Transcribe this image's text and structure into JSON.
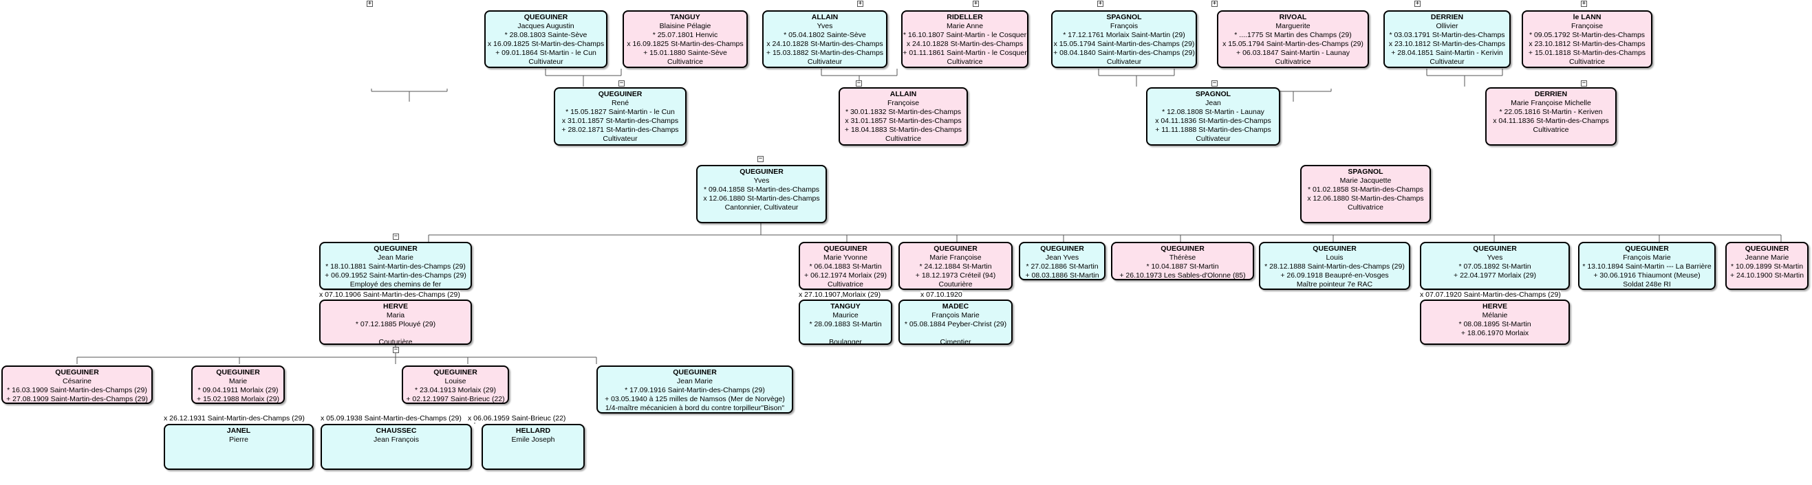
{
  "persons": {
    "p1": {
      "sex": "m",
      "surname": "QUEGUINER",
      "given": "Jacques Augustin",
      "lines": [
        "* 28.08.1803 Sainte-Sève",
        "x 16.09.1825 St-Martin-des-Champs",
        "+ 09.01.1864 St-Martin - le Cun"
      ],
      "occupation": "Cultivateur"
    },
    "p2": {
      "sex": "f",
      "surname": "TANGUY",
      "given": "Blaisine Pélagie",
      "lines": [
        "* 25.07.1801 Henvic",
        "x 16.09.1825 St-Martin-des-Champs",
        "+ 15.01.1880 Sainte-Sève"
      ],
      "occupation": "Cultivatrice"
    },
    "p3": {
      "sex": "m",
      "surname": "ALLAIN",
      "given": "Yves",
      "lines": [
        "* 05.04.1802 Sainte-Sève",
        "x 24.10.1828 St-Martin-des-Champs",
        "+ 15.03.1882 St-Martin-des-Champs"
      ],
      "occupation": "Cultivateur"
    },
    "p4": {
      "sex": "f",
      "surname": "RIDELLER",
      "given": "Marie Anne",
      "lines": [
        "* 16.10.1807 Saint-Martin - le Cosquer",
        "x 24.10.1828 St-Martin-des-Champs",
        "+ 01.11.1861 Saint-Martin - le Cosquer"
      ],
      "occupation": "Cultivatrice"
    },
    "p5": {
      "sex": "m",
      "surname": "SPAGNOL",
      "given": "François",
      "lines": [
        "* 17.12.1761 Morlaix Saint-Martin (29)",
        "x 15.05.1794 Saint-Martin-des-Champs (29)",
        "+ 08.04.1840 Saint-Martin-des-Champs (29)"
      ],
      "occupation": "Cultivateur"
    },
    "p6": {
      "sex": "f",
      "surname": "RIVOAL",
      "given": "Marguerite",
      "lines": [
        "* ....1775 St Martin des Champs (29)",
        "x 15.05.1794 Saint-Martin-des-Champs (29)",
        "+ 06.03.1847 Saint-Martin - Launay"
      ],
      "occupation": "Cultivatrice"
    },
    "p7": {
      "sex": "m",
      "surname": "DERRIEN",
      "given": "Ollivier",
      "lines": [
        "* 03.03.1791 St-Martin-des-Champs",
        "x 23.10.1812 St-Martin-des-Champs",
        "+ 28.04.1851 Saint-Martin - Kerivin"
      ],
      "occupation": "Cultivateur"
    },
    "p8": {
      "sex": "f",
      "surname": "le LANN",
      "given": "Françoise",
      "lines": [
        "* 09.05.1792 St-Martin-des-Champs",
        "x 23.10.1812 St-Martin-des-Champs",
        "+ 15.01.1818 St-Martin-des-Champs"
      ],
      "occupation": "Cultivatrice"
    },
    "p9": {
      "sex": "m",
      "surname": "QUEGUINER",
      "given": "René",
      "lines": [
        "* 15.05.1827 Saint-Martin - le Cun",
        "x 31.01.1857 St-Martin-des-Champs",
        "+ 28.02.1871 St-Martin-des-Champs"
      ],
      "occupation": "Cultivateur"
    },
    "p10": {
      "sex": "f",
      "surname": "ALLAIN",
      "given": "Françoise",
      "lines": [
        "* 30.01.1832 St-Martin-des-Champs",
        "x 31.01.1857 St-Martin-des-Champs",
        "+ 18.04.1883 St-Martin-des-Champs"
      ],
      "occupation": "Cultivatrice"
    },
    "p11": {
      "sex": "m",
      "surname": "SPAGNOL",
      "given": "Jean",
      "lines": [
        "* 12.08.1808 St-Martin - Launay",
        "x 04.11.1836 St-Martin-des-Champs",
        "+ 11.11.1888 St-Martin-des-Champs"
      ],
      "occupation": "Cultivateur"
    },
    "p12": {
      "sex": "f",
      "surname": "DERRIEN",
      "given": "Marie Françoise Michelle",
      "lines": [
        "* 22.05.1816 St-Martin - Keriven",
        "x 04.11.1836 St-Martin-des-Champs",
        ""
      ],
      "occupation": "Cultivatrice"
    },
    "p13": {
      "sex": "m",
      "surname": "QUEGUINER",
      "given": "Yves",
      "lines": [
        "* 09.04.1858 St-Martin-des-Champs",
        "x 12.06.1880 St-Martin-des-Champs",
        ""
      ],
      "occupation": "Cantonnier, Cultivateur"
    },
    "p14": {
      "sex": "f",
      "surname": "SPAGNOL",
      "given": "Marie Jacquette",
      "lines": [
        "* 01.02.1858 St-Martin-des-Champs",
        "x 12.06.1880 St-Martin-des-Champs",
        ""
      ],
      "occupation": "Cultivatrice"
    },
    "c1": {
      "sex": "m",
      "surname": "QUEGUINER",
      "given": "Jean Marie",
      "lines": [
        "* 18.10.1881 Saint-Martin-des-Champs (29)",
        "+ 06.09.1952 Saint-Martin-des-Champs (29)"
      ],
      "occupation": "Employé des chemins de fer"
    },
    "c2": {
      "sex": "f",
      "surname": "QUEGUINER",
      "given": "Marie Yvonne",
      "lines": [
        "* 06.04.1883 St-Martin",
        "+ 06.12.1974 Morlaix (29)"
      ],
      "occupation": "Cultivatrice"
    },
    "c3": {
      "sex": "f",
      "surname": "QUEGUINER",
      "given": "Marie Françoise",
      "lines": [
        "* 24.12.1884 St-Martin",
        "+ 18.12.1973 Créteil (94)"
      ],
      "occupation": "Couturière"
    },
    "c4": {
      "sex": "m",
      "surname": "QUEGUINER",
      "given": "Jean Yves",
      "lines": [
        "* 27.02.1886 St-Martin",
        "+ 08.03.1886 St-Martin"
      ],
      "occupation": ""
    },
    "c5": {
      "sex": "f",
      "surname": "QUEGUINER",
      "given": "Thérèse",
      "lines": [
        "* 10.04.1887 St-Martin",
        "+ 26.10.1973 Les Sables-d'Olonne (85)"
      ],
      "occupation": ""
    },
    "c6": {
      "sex": "m",
      "surname": "QUEGUINER",
      "given": "Louis",
      "lines": [
        "* 28.12.1888 Saint-Martin-des-Champs (29)",
        "+ 26.09.1918 Beaupré-en-Vosges"
      ],
      "occupation": "Maître pointeur 7e RAC"
    },
    "c7": {
      "sex": "m",
      "surname": "QUEGUINER",
      "given": "Yves",
      "lines": [
        "* 07.05.1892 St-Martin",
        "+ 22.04.1977 Morlaix (29)"
      ],
      "occupation": ""
    },
    "c8": {
      "sex": "m",
      "surname": "QUEGUINER",
      "given": "François Marie",
      "lines": [
        "* 13.10.1894 Saint-Martin --- La Barrière",
        "+ 30.06.1916 Thiaumont (Meuse)"
      ],
      "occupation": "Soldat 248e RI"
    },
    "c9": {
      "sex": "f",
      "surname": "QUEGUINER",
      "given": "Jeanne Marie",
      "lines": [
        "* 10.09.1899 St-Martin",
        "+ 24.10.1900 St-Martin"
      ],
      "occupation": ""
    },
    "s1": {
      "sex": "f",
      "surname": "HERVE",
      "given": "Maria",
      "lines": [
        "* 07.12.1885 Plouyé (29)"
      ],
      "occupation": "Couturière"
    },
    "s2": {
      "sex": "m",
      "surname": "TANGUY",
      "given": "Maurice",
      "lines": [
        "* 28.09.1883 St-Martin"
      ],
      "occupation": "Boulanger"
    },
    "s3": {
      "sex": "m",
      "surname": "MADEC",
      "given": "François Marie",
      "lines": [
        "* 05.08.1884 Peyber-Christ (29)"
      ],
      "occupation": "Cimentier"
    },
    "s4": {
      "sex": "f",
      "surname": "HERVE",
      "given": "Mélanie",
      "lines": [
        "* 08.08.1895 St-Martin",
        "+ 18.06.1970 Morlaix"
      ],
      "occupation": ""
    },
    "g1": {
      "sex": "f",
      "surname": "QUEGUINER",
      "given": "Césarine",
      "lines": [
        "* 16.03.1909 Saint-Martin-des-Champs (29)",
        "+ 27.08.1909 Saint-Martin-des-Champs (29)"
      ],
      "occupation": ""
    },
    "g2": {
      "sex": "f",
      "surname": "QUEGUINER",
      "given": "Marie",
      "lines": [
        "* 09.04.1911 Morlaix (29)",
        "+ 15.02.1988 Morlaix (29)"
      ],
      "occupation": ""
    },
    "g3": {
      "sex": "f",
      "surname": "QUEGUINER",
      "given": "Louise",
      "lines": [
        "* 23.04.1913 Morlaix (29)",
        "+ 02.12.1997 Saint-Brieuc (22)"
      ],
      "occupation": ""
    },
    "g4": {
      "sex": "m",
      "surname": "QUEGUINER",
      "given": "Jean Marie",
      "lines": [
        "* 17.09.1916 Saint-Martin-des-Champs (29)",
        "+ 03.05.1940 à 125 milles de Namsos (Mer de Norvège)"
      ],
      "occupation": "1/4-maître mécanicien à bord du contre torpilleur\"Bison\""
    },
    "gs1": {
      "sex": "m",
      "surname": "JANEL",
      "given": "Pierre",
      "lines": [],
      "occupation": ""
    },
    "gs2": {
      "sex": "m",
      "surname": "CHAUSSEC",
      "given": "Jean François",
      "lines": [],
      "occupation": ""
    },
    "gs3": {
      "sex": "m",
      "surname": "HELLARD",
      "given": "Emile Joseph",
      "lines": [],
      "occupation": ""
    }
  },
  "marriages": {
    "m_c1": "x 07.10.1906 Saint-Martin-des-Champs (29)",
    "m_c2": "x 27.10.1907,Morlaix (29)",
    "m_c3": "x 07.10.1920",
    "m_c7": "x 07.07.1920 Saint-Martin-des-Champs (29)",
    "m_g2": "x 26.12.1931 Saint-Martin-des-Champs (29)",
    "m_g3a": "x 05.09.1938 Saint-Martin-des-Champs (29)",
    "m_g3b": "x 06.06.1959 Saint-Brieuc (22)"
  },
  "toggles": {
    "collapsed": "+",
    "expanded": "−"
  },
  "colors": {
    "male": "#dcfafa",
    "female": "#fde1ec",
    "border": "#000000",
    "line": "#555555"
  }
}
